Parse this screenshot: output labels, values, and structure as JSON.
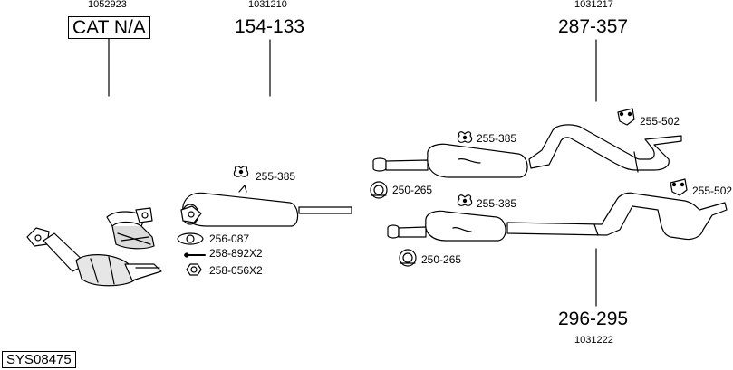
{
  "footer": {
    "code": "SYS08475"
  },
  "groups": {
    "cat": {
      "ref": "1052923",
      "part": "CAT N/A"
    },
    "mid": {
      "ref": "1031210",
      "part": "154-133"
    },
    "rearA": {
      "ref": "1031217",
      "part": "287-357"
    },
    "rearB": {
      "ref": "1031222",
      "part": "296-295"
    }
  },
  "callouts": {
    "mid_hanger": "255-385",
    "gasket": "256-087",
    "bolt": "258-892X2",
    "nut": "258-056X2",
    "rearA_hanger": "255-385",
    "rearA_clamp": "250-265",
    "rearA_tail_hanger": "255-502",
    "rearB_hanger": "255-385",
    "rearB_clamp": "250-265",
    "rearB_tail_hanger": "255-502"
  },
  "colors": {
    "ink": "#000000",
    "fill": "#ffffff",
    "shade": "#dcdcdc"
  }
}
